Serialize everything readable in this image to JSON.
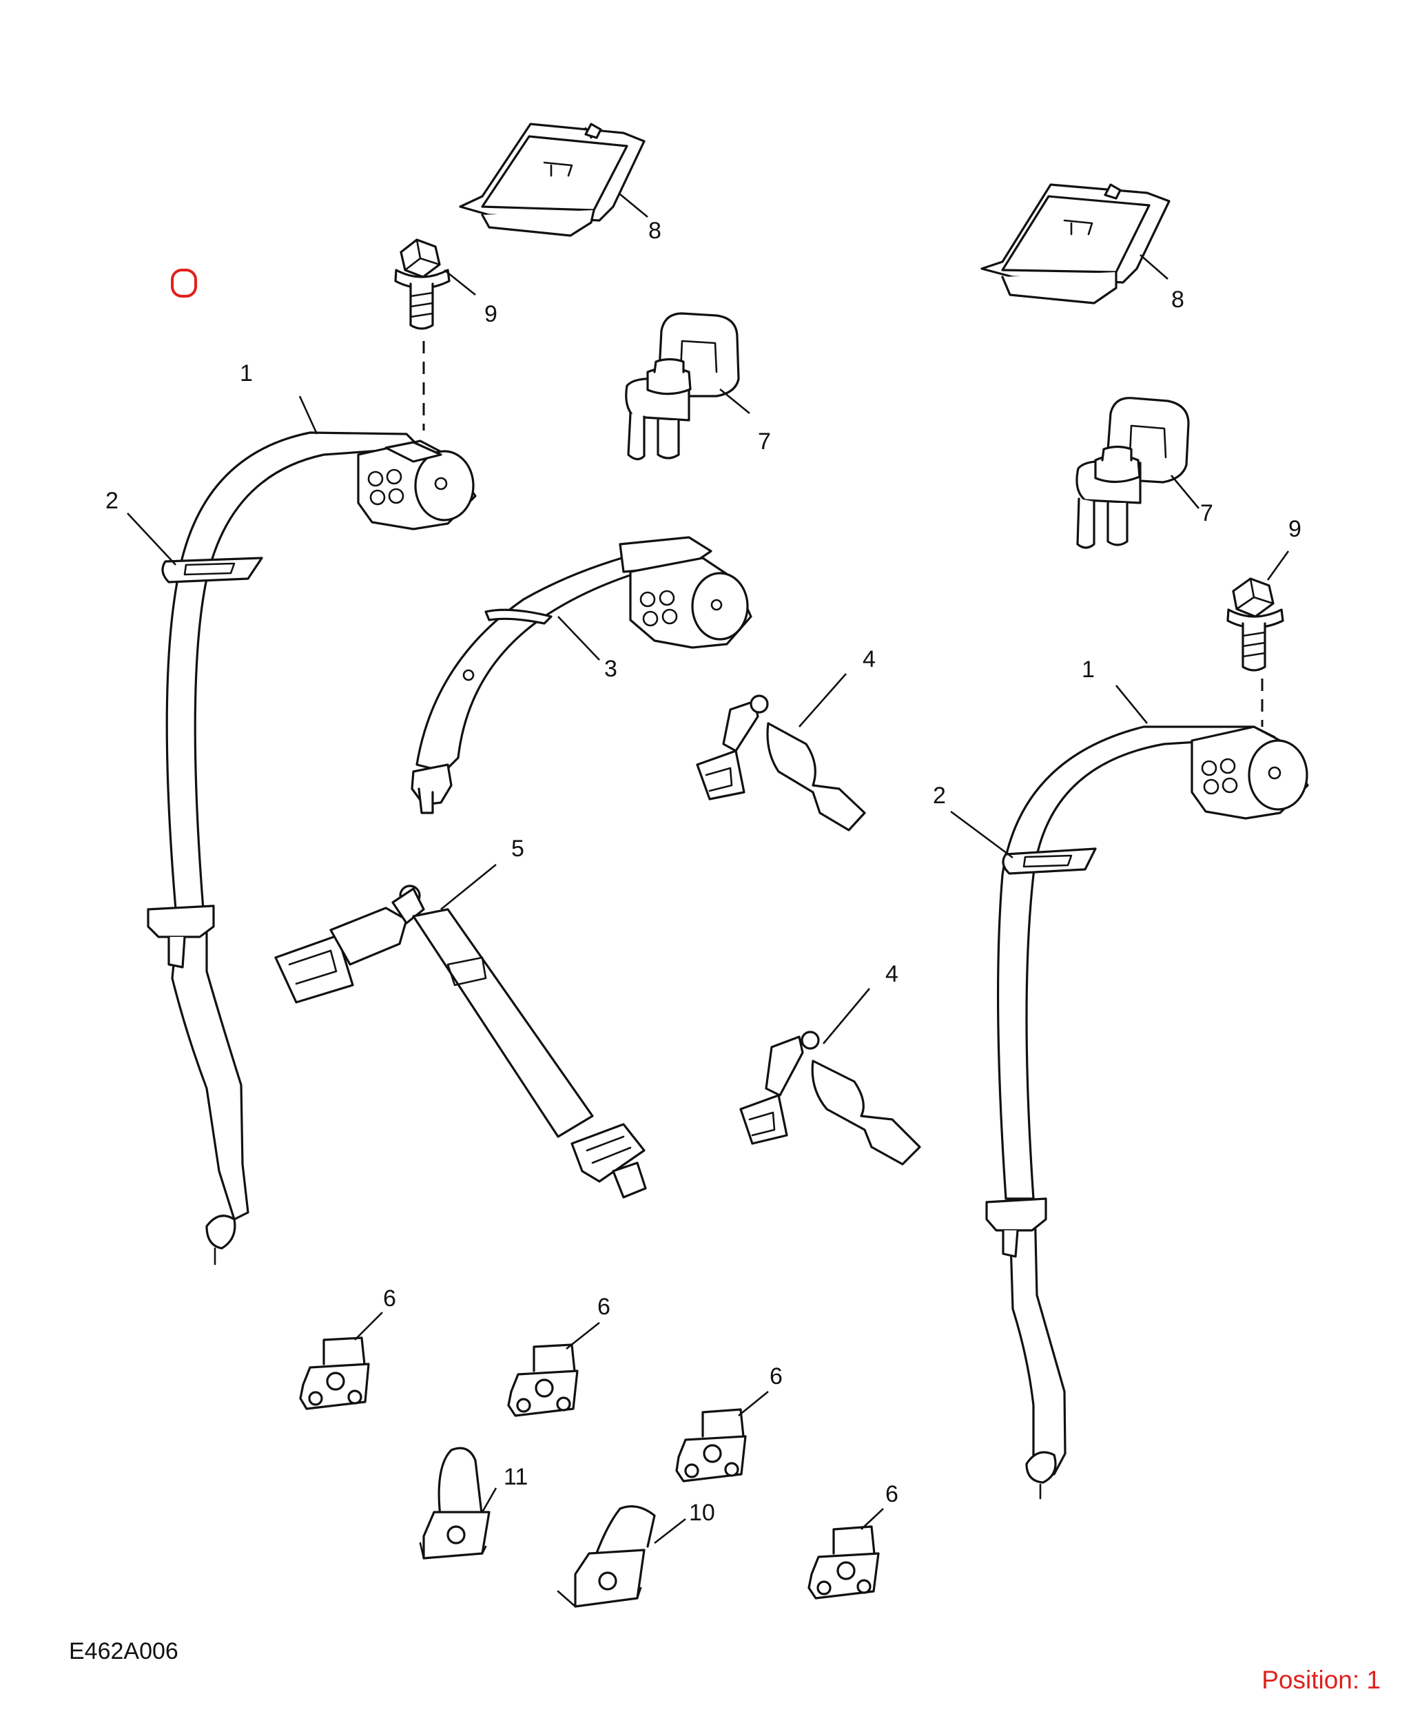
{
  "diagram": {
    "figure_id": "E462A006",
    "position_label": "Position: 1",
    "marker_color": "#e0201c",
    "callouts": [
      {
        "id": "c1a",
        "text": "1"
      },
      {
        "id": "c1b",
        "text": "1"
      },
      {
        "id": "c2a",
        "text": "2"
      },
      {
        "id": "c2b",
        "text": "2"
      },
      {
        "id": "c3",
        "text": "3"
      },
      {
        "id": "c4a",
        "text": "4"
      },
      {
        "id": "c4b",
        "text": "4"
      },
      {
        "id": "c5",
        "text": "5"
      },
      {
        "id": "c6a",
        "text": "6"
      },
      {
        "id": "c6b",
        "text": "6"
      },
      {
        "id": "c6c",
        "text": "6"
      },
      {
        "id": "c6d",
        "text": "6"
      },
      {
        "id": "c7a",
        "text": "7"
      },
      {
        "id": "c7b",
        "text": "7"
      },
      {
        "id": "c8a",
        "text": "8"
      },
      {
        "id": "c8b",
        "text": "8"
      },
      {
        "id": "c9a",
        "text": "9"
      },
      {
        "id": "c9b",
        "text": "9"
      },
      {
        "id": "c10",
        "text": "10"
      },
      {
        "id": "c11",
        "text": "11"
      }
    ]
  }
}
